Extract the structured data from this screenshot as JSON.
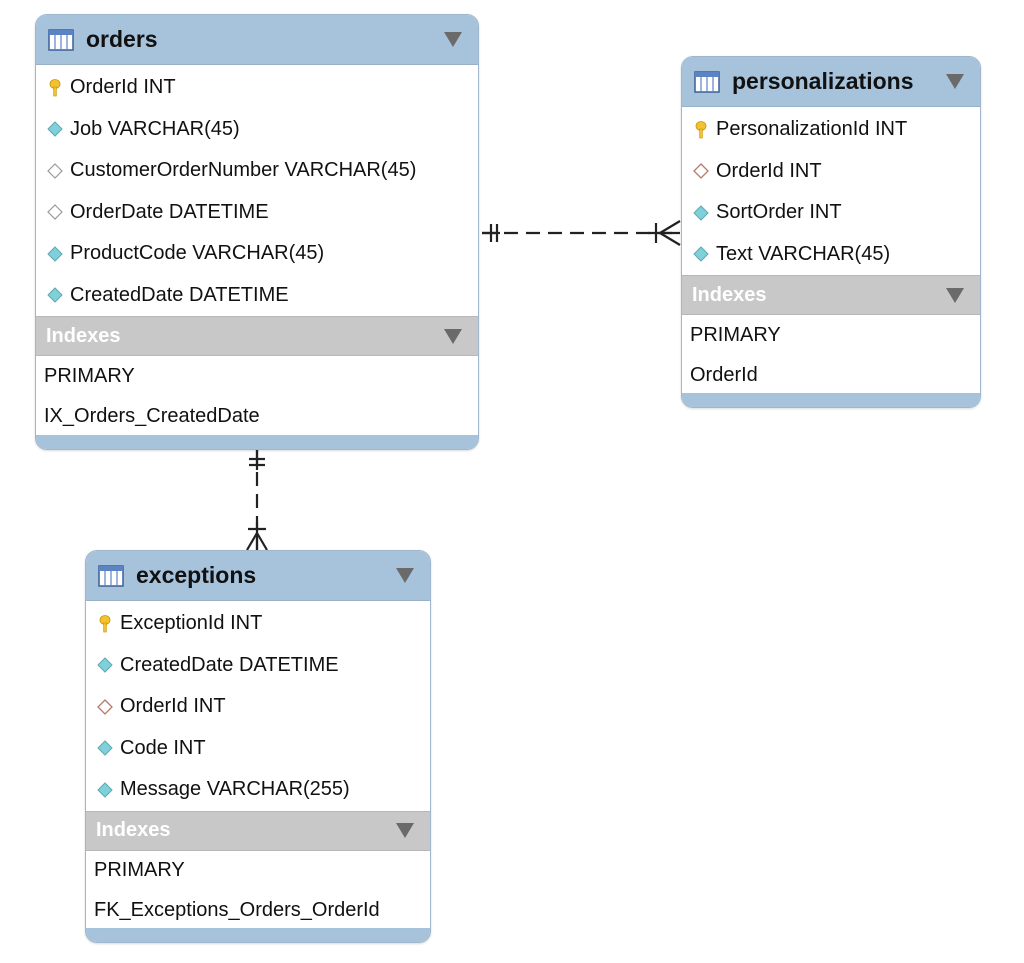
{
  "colors": {
    "header": "#a7c3dc",
    "indexes_header": "#c8c8c8",
    "pk_key": "#f2c230",
    "column_filled_diamond": "#7fd0d8",
    "column_hollow_diamond": "#9a9a9a",
    "fk_diamond": "#b57a6a",
    "connector": "#222222"
  },
  "tables": {
    "orders": {
      "name": "orders",
      "columns": [
        {
          "label": "OrderId INT",
          "icon": "primary-key-icon"
        },
        {
          "label": "Job VARCHAR(45)",
          "icon": "filled-diamond-icon"
        },
        {
          "label": "CustomerOrderNumber VARCHAR(45)",
          "icon": "hollow-diamond-icon"
        },
        {
          "label": "OrderDate DATETIME",
          "icon": "hollow-diamond-icon"
        },
        {
          "label": "ProductCode VARCHAR(45)",
          "icon": "filled-diamond-icon"
        },
        {
          "label": "CreatedDate DATETIME",
          "icon": "filled-diamond-icon"
        }
      ],
      "indexes_label": "Indexes",
      "indexes": [
        "PRIMARY",
        "IX_Orders_CreatedDate"
      ]
    },
    "personalizations": {
      "name": "personalizations",
      "columns": [
        {
          "label": "PersonalizationId INT",
          "icon": "primary-key-icon"
        },
        {
          "label": "OrderId INT",
          "icon": "foreign-key-diamond-icon"
        },
        {
          "label": "SortOrder INT",
          "icon": "filled-diamond-icon"
        },
        {
          "label": "Text VARCHAR(45)",
          "icon": "filled-diamond-icon"
        }
      ],
      "indexes_label": "Indexes",
      "indexes": [
        "PRIMARY",
        "OrderId"
      ]
    },
    "exceptions": {
      "name": "exceptions",
      "columns": [
        {
          "label": "ExceptionId INT",
          "icon": "primary-key-icon"
        },
        {
          "label": "CreatedDate DATETIME",
          "icon": "filled-diamond-icon"
        },
        {
          "label": "OrderId INT",
          "icon": "foreign-key-diamond-icon"
        },
        {
          "label": "Code INT",
          "icon": "filled-diamond-icon"
        },
        {
          "label": "Message VARCHAR(255)",
          "icon": "filled-diamond-icon"
        }
      ],
      "indexes_label": "Indexes",
      "indexes": [
        "PRIMARY",
        "FK_Exceptions_Orders_OrderId"
      ]
    }
  },
  "relationships": [
    {
      "from": "orders",
      "to": "personalizations",
      "from_end": "one-and-only-one",
      "to_end": "one-or-many"
    },
    {
      "from": "orders",
      "to": "exceptions",
      "from_end": "one-and-only-one",
      "to_end": "one-or-many"
    }
  ]
}
